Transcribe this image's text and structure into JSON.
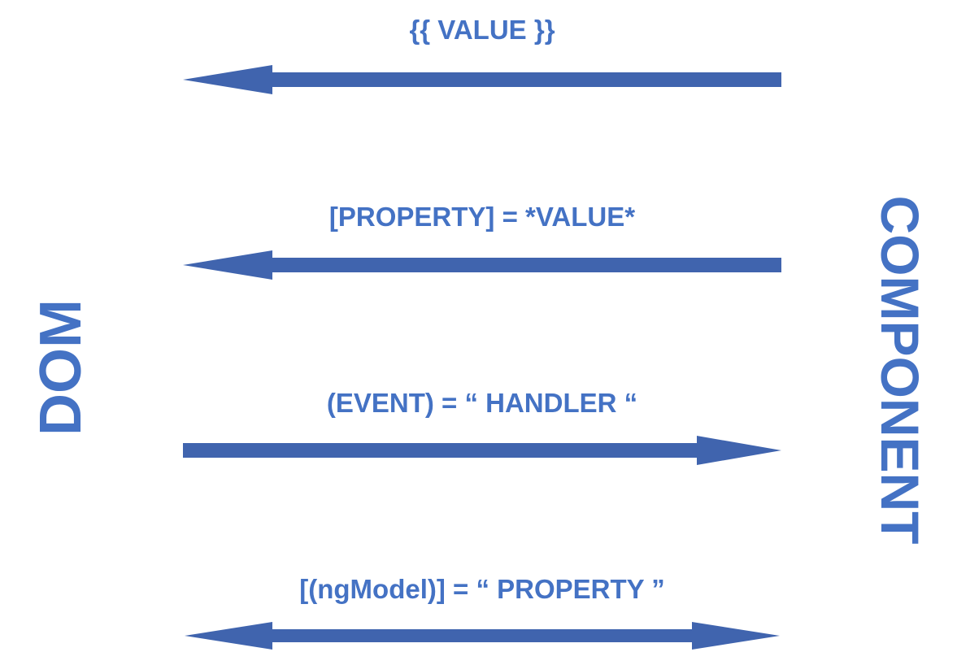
{
  "diagram": {
    "left_label": "DOM",
    "right_label": "COMPONENT",
    "bindings": [
      {
        "label": "{{ VALUE }}",
        "direction": "component-to-dom"
      },
      {
        "label": "[PROPERTY] = *VALUE*",
        "direction": "component-to-dom"
      },
      {
        "label": "(EVENT) = “ HANDLER “",
        "direction": "dom-to-component"
      },
      {
        "label": "[(ngModel)] = “ PROPERTY ”",
        "direction": "two-way"
      }
    ],
    "colors": {
      "arrow": "#4064AE",
      "text": "#4472C4"
    }
  }
}
